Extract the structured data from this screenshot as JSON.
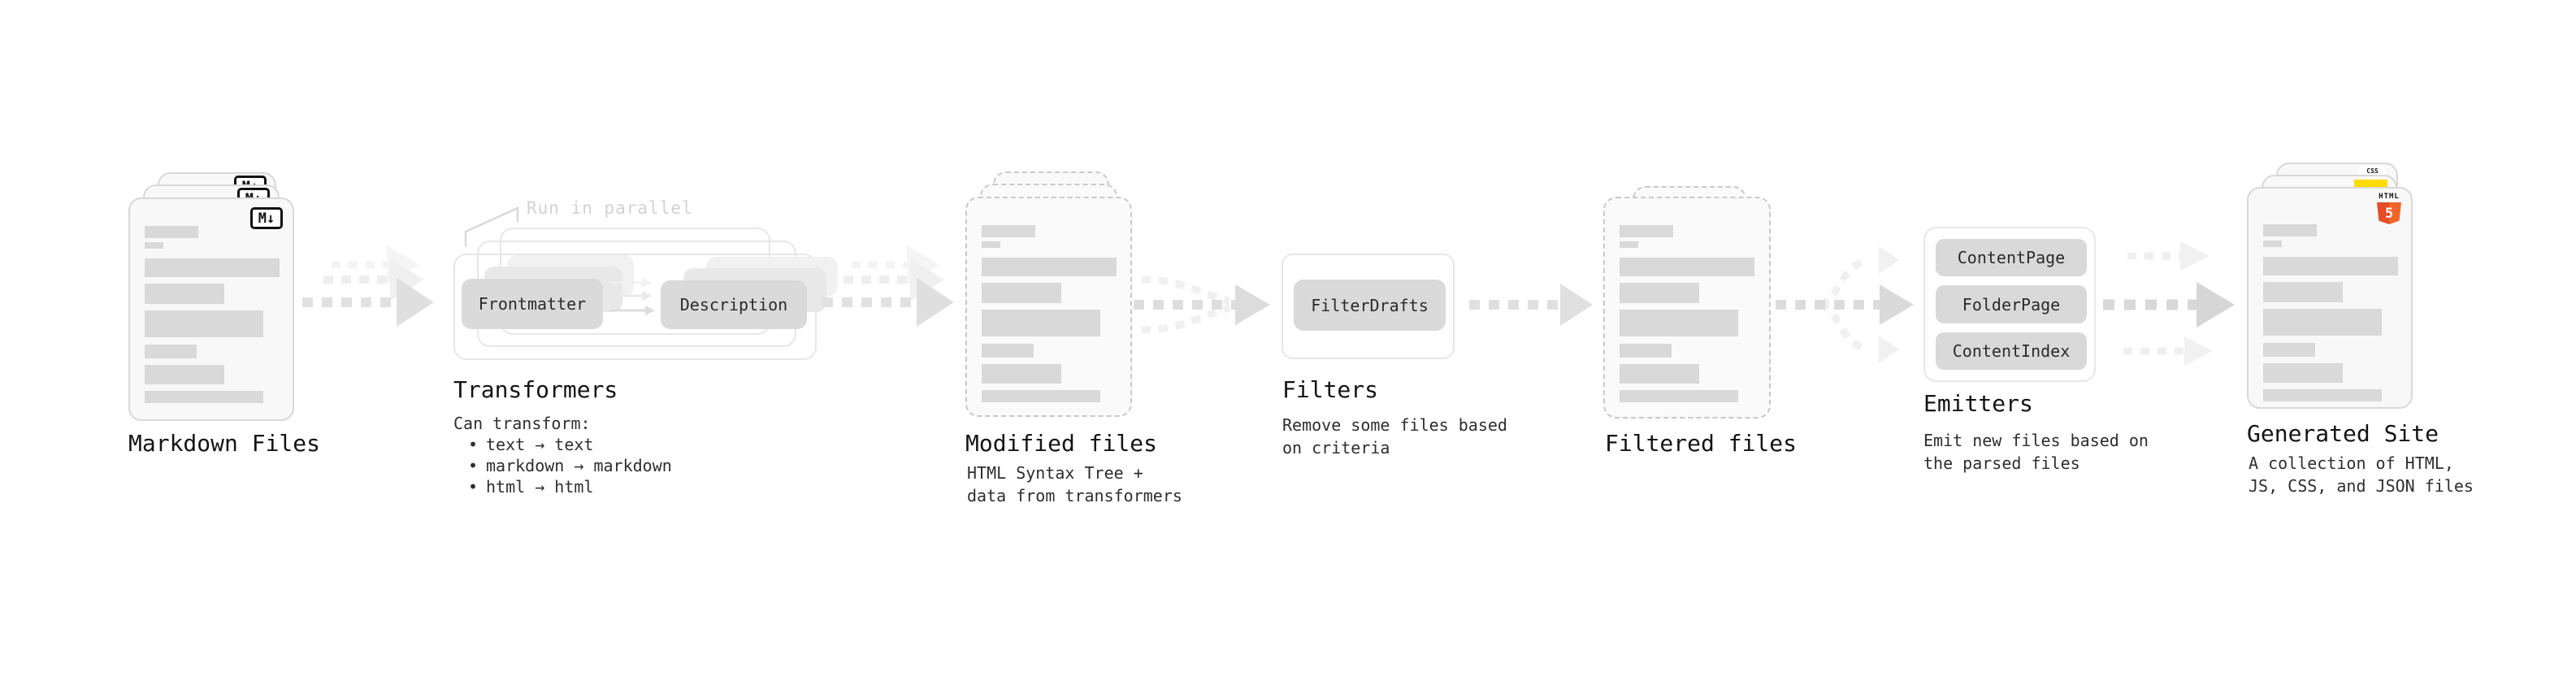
{
  "diagram": {
    "note_run_parallel": "Run in parallel",
    "bullet_char": "•",
    "stages": {
      "markdown_files": {
        "title": "Markdown Files",
        "icon_label": "M↓"
      },
      "transformers": {
        "title": "Transformers",
        "buttons": [
          "Frontmatter",
          "Description"
        ],
        "desc_heading": "Can transform:",
        "bullets": [
          "text → text",
          "markdown → markdown",
          "html → html"
        ]
      },
      "modified_files": {
        "title": "Modified files",
        "subtitle_lines": [
          "HTML Syntax Tree +",
          "data from transformers"
        ]
      },
      "filters": {
        "title": "Filters",
        "button": "FilterDrafts",
        "subtitle_lines": [
          "Remove some files based",
          "on criteria"
        ]
      },
      "filtered_files": {
        "title": "Filtered files"
      },
      "emitters": {
        "title": "Emitters",
        "buttons": [
          "ContentPage",
          "FolderPage",
          "ContentIndex"
        ],
        "subtitle_lines": [
          "Emit new files based on",
          "the parsed files"
        ]
      },
      "generated_site": {
        "title": "Generated Site",
        "subtitle_lines": [
          "A collection of HTML,",
          "JS, CSS, and JSON files"
        ],
        "badges": {
          "html5_label": "HTML",
          "html5_number": "5",
          "css_label": "CSS"
        }
      }
    },
    "colors": {
      "background": "#ffffff",
      "card_bg": "#f8f8f8",
      "card_border": "#d8d8d8",
      "placeholder_bar": "#d9d9d9",
      "button_bg": "#dadada",
      "panel_border": "#e7e7e7",
      "arrow": "#dfdfdf",
      "arrow_faint": "#f0f0f0",
      "note_text": "#d2d2d2",
      "title_text": "#141414",
      "subtitle_text": "#2e2e2e",
      "html5_orange": "#f16529",
      "js_yellow": "#ffdb00",
      "css_blue": "#2f6bf2"
    }
  }
}
